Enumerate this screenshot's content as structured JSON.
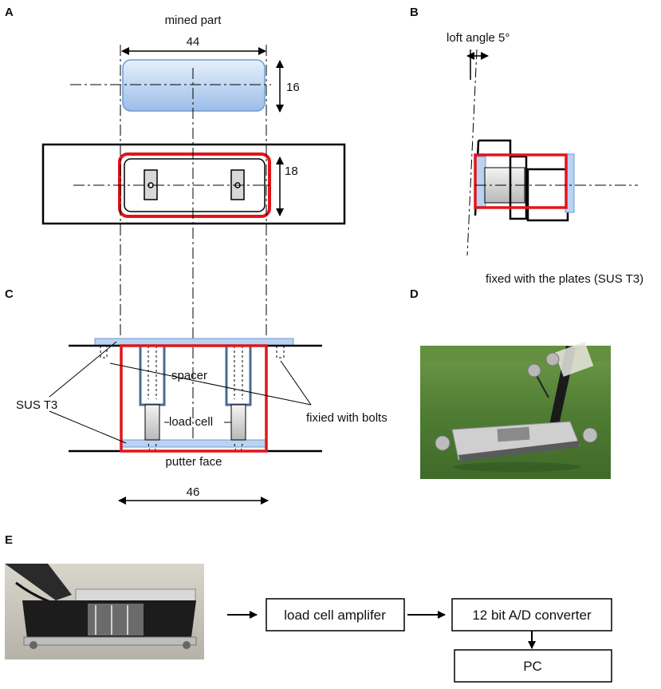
{
  "panels": {
    "a": "A",
    "b": "B",
    "c": "C",
    "d": "D",
    "e": "E"
  },
  "panel_a": {
    "title": "mined part",
    "width_label": "44",
    "height_top_label": "16",
    "height_bottom_label": "18"
  },
  "panel_b": {
    "angle_label": "loft angle 5°",
    "caption": "fixed with the plates (SUS T3)"
  },
  "panel_c": {
    "spacer": "spacer",
    "load_cell": "load cell",
    "sus": "SUS T3",
    "bolts": "fixied with bolts",
    "putter_face": "putter face",
    "width_label": "46"
  },
  "panel_e": {
    "amplifier": "load cell amplifer",
    "converter": "12 bit A/D converter",
    "pc": "PC"
  },
  "colors": {
    "highlight": "#e0151b",
    "plate_fill": "#b9d3f0",
    "plate_stroke": "#6f9bd1",
    "spacer_stroke": "#4a6b96"
  }
}
